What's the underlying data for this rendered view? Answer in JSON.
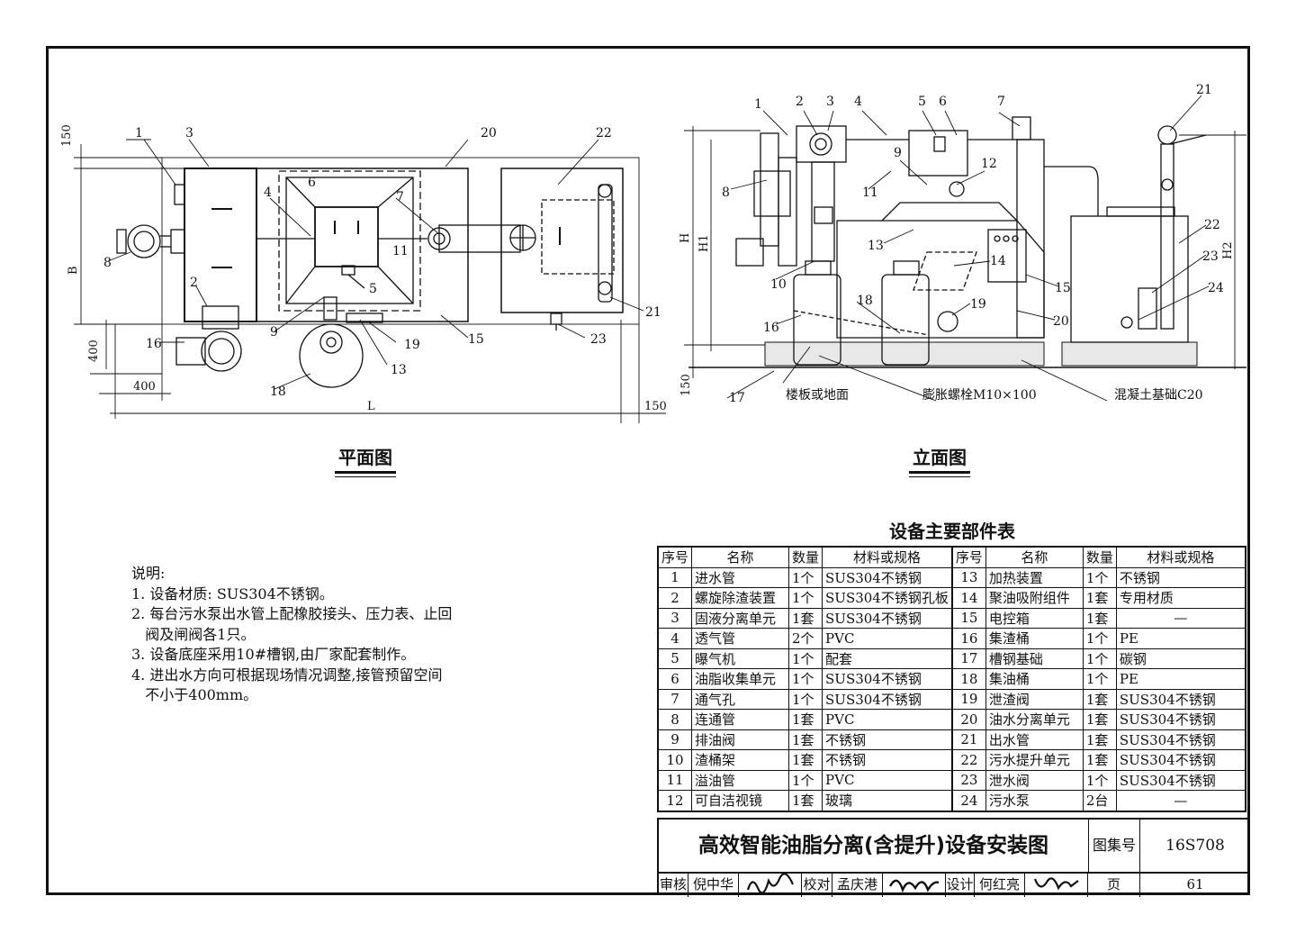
{
  "views": {
    "plan_title": "平面图",
    "elevation_title": "立面图"
  },
  "plan": {
    "dims": {
      "d150": "150",
      "B": "B",
      "d400_v": "400",
      "d400_h": "400",
      "L": "L",
      "d150_r": "150"
    },
    "labels": [
      "1",
      "3",
      "20",
      "22",
      "4",
      "6",
      "7",
      "11",
      "8",
      "2",
      "16",
      "9",
      "5",
      "13",
      "19",
      "15",
      "23",
      "21",
      "18"
    ]
  },
  "elevation": {
    "dims": {
      "H": "H",
      "H1": "H1",
      "H2": "H2",
      "d150": "150"
    },
    "labels": [
      "1",
      "2",
      "3",
      "4",
      "5",
      "6",
      "7",
      "21",
      "9",
      "12",
      "8",
      "11",
      "13",
      "14",
      "10",
      "18",
      "19",
      "15",
      "16",
      "20",
      "22",
      "23",
      "24",
      "17"
    ],
    "callouts": {
      "floor": "楼板或地面",
      "bolt": "膨胀螺栓M10×100",
      "concrete": "混凝土基础C20"
    }
  },
  "notes": {
    "heading": "说明:",
    "lines": [
      "1. 设备材质: SUS304不锈钢。",
      "2. 每台污水泵出水管上配橡胶接头、压力表、止回",
      "   阀及闸阀各1只。",
      "3. 设备底座采用10#槽钢,由厂家配套制作。",
      "4. 进出水方向可根据现场情况调整,接管预留空间",
      "   不小于400mm。"
    ]
  },
  "parts_table": {
    "title": "设备主要部件表",
    "headers": [
      "序号",
      "名称",
      "数量",
      "材料或规格",
      "序号",
      "名称",
      "数量",
      "材料或规格"
    ],
    "rows": [
      [
        "1",
        "进水管",
        "1个",
        "SUS304不锈钢",
        "13",
        "加热装置",
        "1个",
        "不锈钢"
      ],
      [
        "2",
        "螺旋除渣装置",
        "1个",
        "SUS304不锈钢孔板",
        "14",
        "聚油吸附组件",
        "1套",
        "专用材质"
      ],
      [
        "3",
        "固液分离单元",
        "1套",
        "SUS304不锈钢",
        "15",
        "电控箱",
        "1套",
        "—"
      ],
      [
        "4",
        "透气管",
        "2个",
        "PVC",
        "16",
        "集渣桶",
        "1个",
        "PE"
      ],
      [
        "5",
        "曝气机",
        "1个",
        "配套",
        "17",
        "槽钢基础",
        "1个",
        "碳钢"
      ],
      [
        "6",
        "油脂收集单元",
        "1个",
        "SUS304不锈钢",
        "18",
        "集油桶",
        "1个",
        "PE"
      ],
      [
        "7",
        "通气孔",
        "1个",
        "SUS304不锈钢",
        "19",
        "泄渣阀",
        "1套",
        "SUS304不锈钢"
      ],
      [
        "8",
        "连通管",
        "1套",
        "PVC",
        "20",
        "油水分离单元",
        "1套",
        "SUS304不锈钢"
      ],
      [
        "9",
        "排油阀",
        "1套",
        "不锈钢",
        "21",
        "出水管",
        "1套",
        "SUS304不锈钢"
      ],
      [
        "10",
        "渣桶架",
        "1套",
        "不锈钢",
        "22",
        "污水提升单元",
        "1套",
        "SUS304不锈钢"
      ],
      [
        "11",
        "溢油管",
        "1个",
        "PVC",
        "23",
        "泄水阀",
        "1个",
        "SUS304不锈钢"
      ],
      [
        "12",
        "可自洁视镜",
        "1套",
        "玻璃",
        "24",
        "污水泵",
        "2台",
        "—"
      ]
    ]
  },
  "title_block": {
    "drawing_title": "高效智能油脂分离(含提升)设备安装图",
    "atlas_label": "图集号",
    "atlas_no": "16S708",
    "review_label": "审核",
    "reviewer": "倪中华",
    "check_label": "校对",
    "checker": "孟庆港",
    "design_label": "设计",
    "designer": "何红亮",
    "page_label": "页",
    "page_no": "61"
  }
}
